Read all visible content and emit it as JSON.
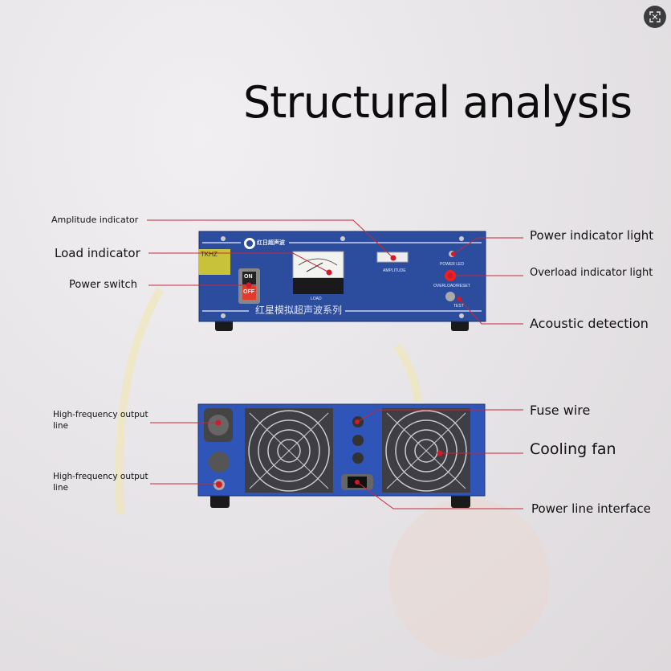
{
  "title": "Structural analysis",
  "labels": {
    "amplitude_indicator": "Amplitude indicator",
    "load_indicator": "Load indicator",
    "power_switch": "Power switch",
    "power_indicator_light": "Power indicator light",
    "overload_indicator_light": "Overload indicator light",
    "acoustic_detection": "Acoustic detection",
    "hf_output_line_1": "High-frequency output line",
    "hf_output_line_2": "High-frequency output line",
    "fuse_wire": "Fuse wire",
    "cooling_fan": "Cooling fan",
    "power_line_interface": "Power line interface"
  },
  "device": {
    "series_text": "红星模拟超声波系列",
    "brand": "红日超声波",
    "tag": "TKHZ",
    "on": "ON",
    "off": "OFF",
    "amplitude": "AMPLITUDE",
    "load": "LOAD",
    "power_led": "POWER LED",
    "overload_reset": "OVERLOAD/RESET",
    "test": "TEST"
  },
  "colors": {
    "accent_line": "#c8283a",
    "panel_blue": "#2c4c9e"
  }
}
